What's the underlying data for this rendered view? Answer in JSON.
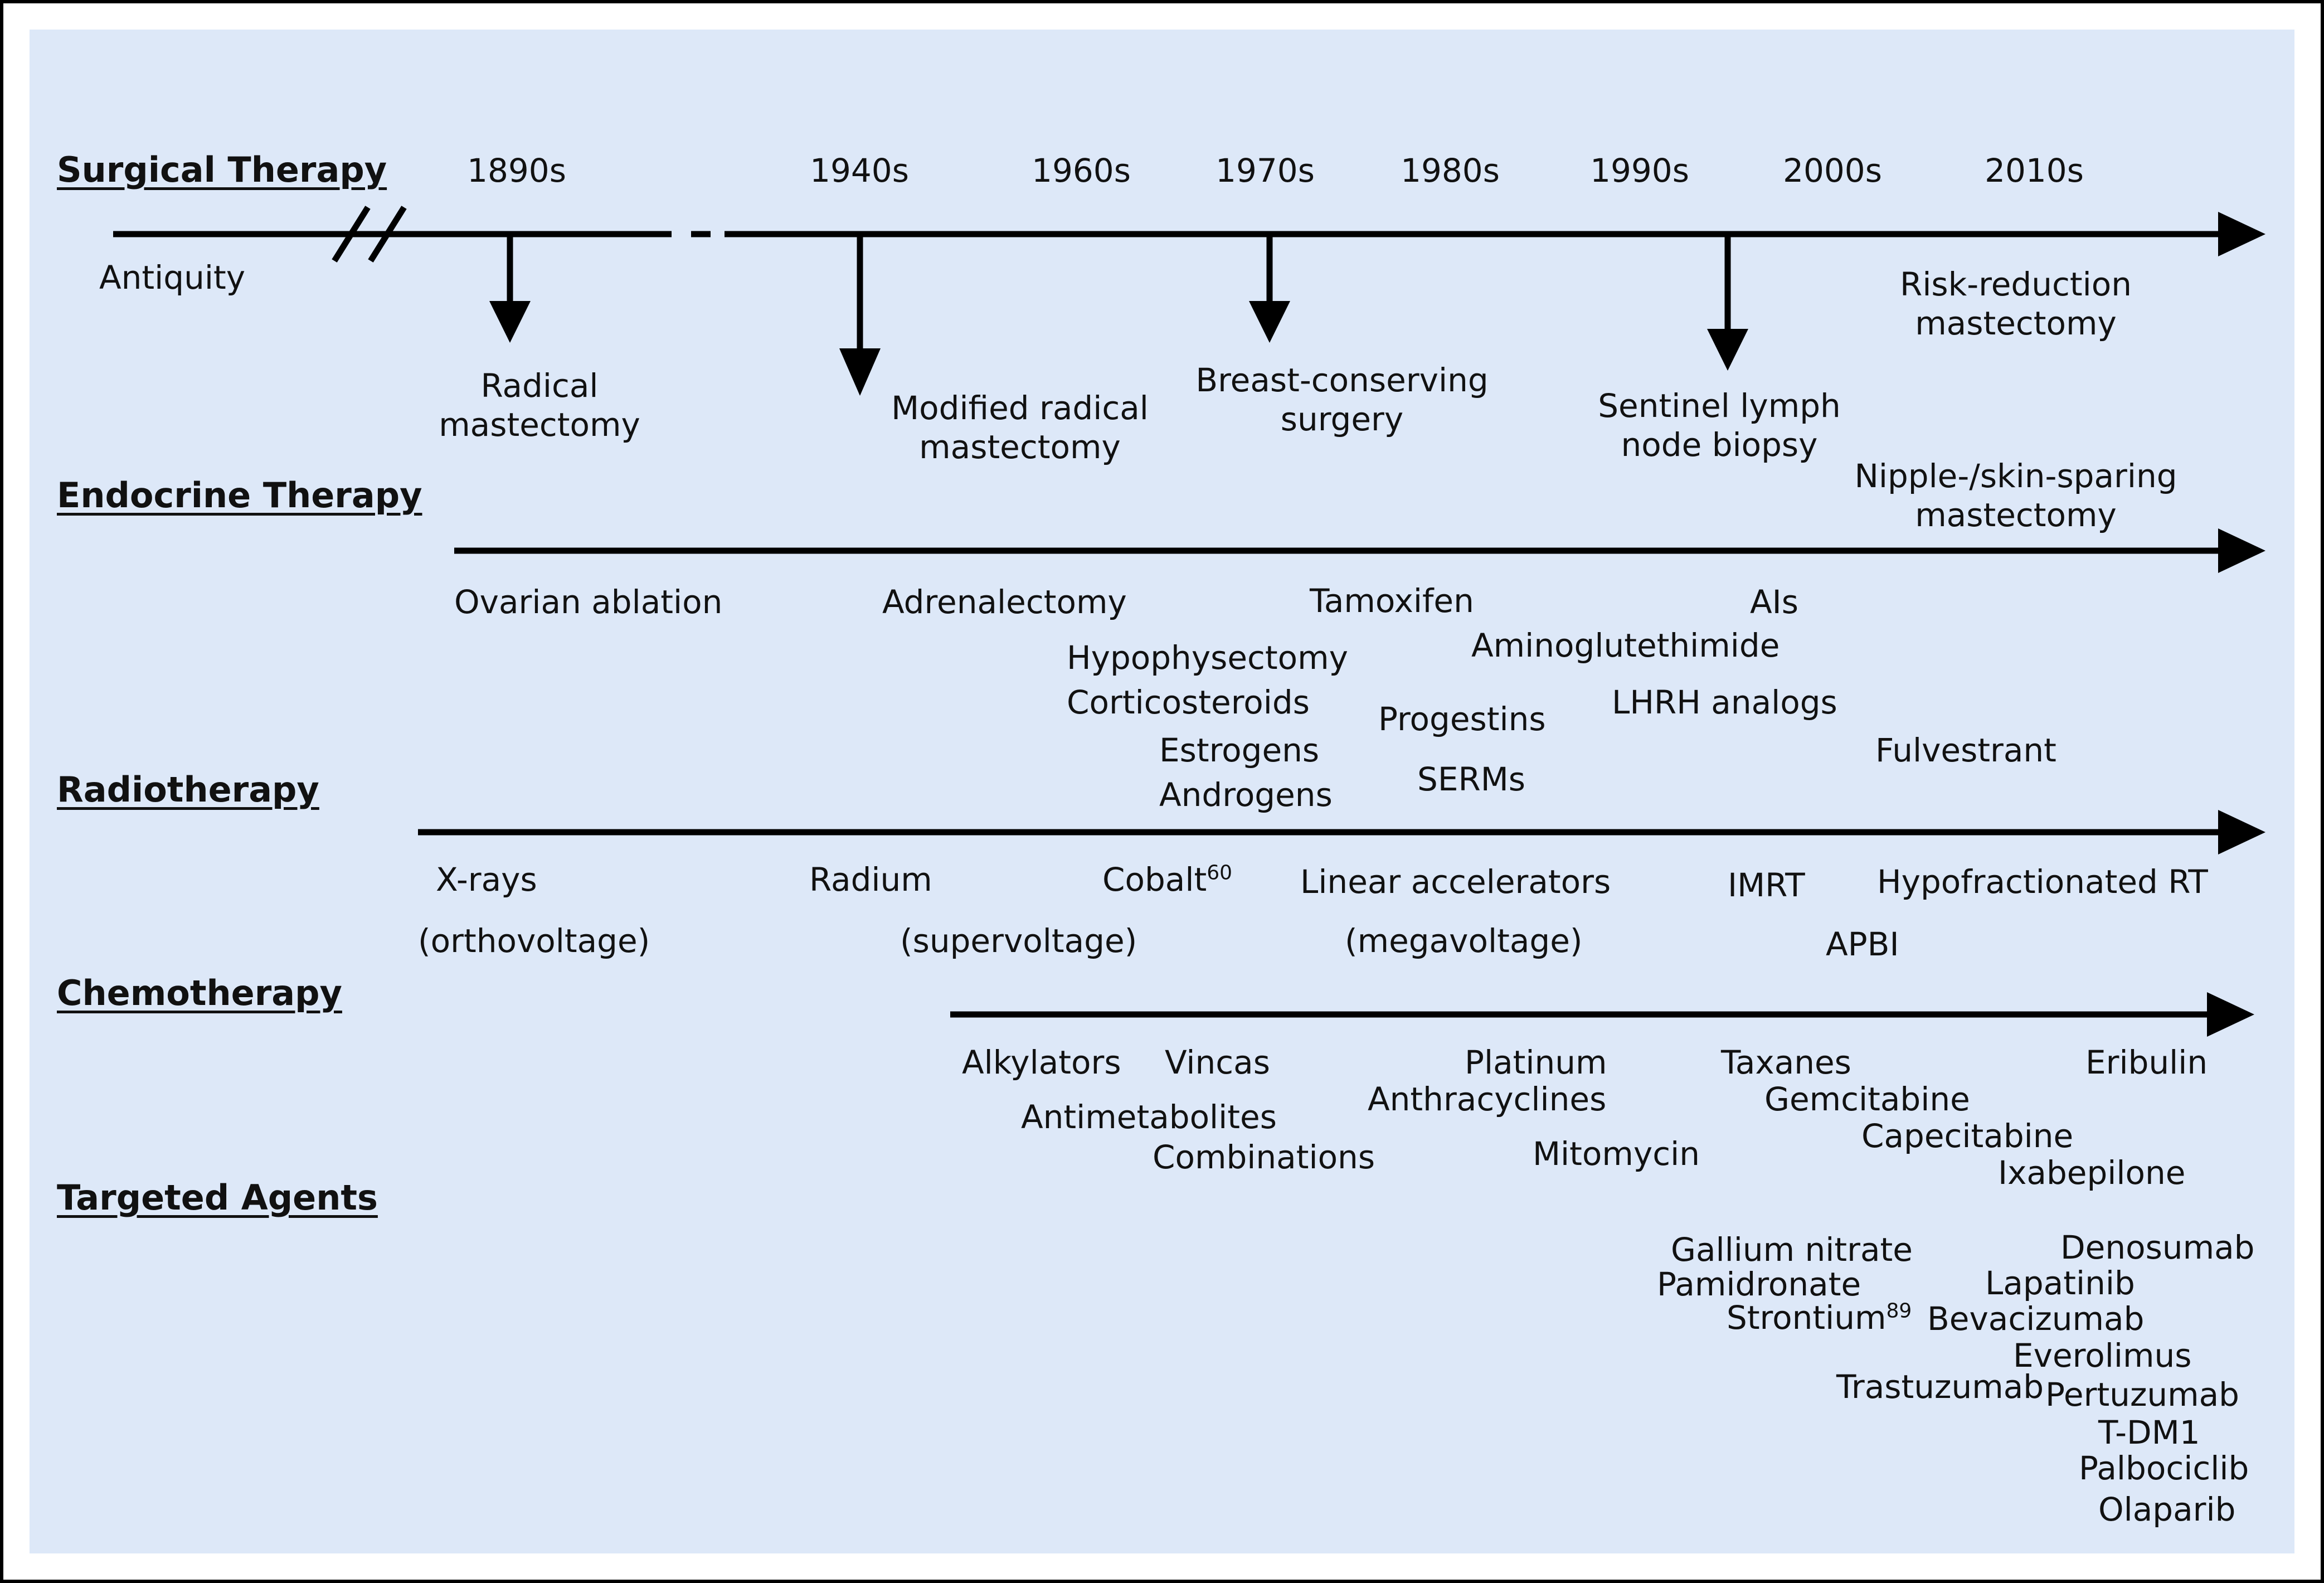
{
  "sections": {
    "surgical": "Surgical Therapy",
    "endocrine": "Endocrine Therapy",
    "radiotherapy": "Radiotherapy",
    "chemotherapy": "Chemotherapy",
    "targeted": "Targeted Agents"
  },
  "decades": [
    "1890s",
    "1940s",
    "1960s",
    "1970s",
    "1980s",
    "1990s",
    "2000s",
    "2010s"
  ],
  "surgical": {
    "antiquity": "Antiquity",
    "radical": [
      "Radical",
      "mastectomy"
    ],
    "modified": [
      "Modified radical",
      "mastectomy"
    ],
    "bcs": [
      "Breast-conserving",
      "surgery"
    ],
    "sentinel": [
      "Sentinel lymph",
      "node biopsy"
    ],
    "risk": [
      "Risk-reduction",
      "mastectomy"
    ],
    "nipple": [
      "Nipple-/skin-sparing",
      "mastectomy"
    ]
  },
  "endocrine": {
    "ovarian": "Ovarian ablation",
    "adrenalectomy": "Adrenalectomy",
    "tamoxifen": "Tamoxifen",
    "ais": "AIs",
    "hypophysectomy": "Hypophysectomy",
    "aminoglutethimide": "Aminoglutethimide",
    "corticosteroids": "Corticosteroids",
    "lhrh": "LHRH analogs",
    "progestins": "Progestins",
    "estrogens": "Estrogens",
    "fulvestrant": "Fulvestrant",
    "serms": "SERMs",
    "androgens": "Androgens"
  },
  "radiotherapy": {
    "xrays": "X-rays",
    "orthovoltage": "(orthovoltage)",
    "radium": "Radium",
    "supervoltage": "(supervoltage)",
    "cobalt": "Cobalt",
    "cobalt_sup": "60",
    "linear": "Linear accelerators",
    "megavoltage": "(megavoltage)",
    "imrt": "IMRT",
    "hypofractionated": "Hypofractionated RT",
    "apbi": "APBI"
  },
  "chemotherapy": {
    "alkylators": "Alkylators",
    "vincas": "Vincas",
    "platinum": "Platinum",
    "taxanes": "Taxanes",
    "eribulin": "Eribulin",
    "anthracyclines": "Anthracyclines",
    "gemcitabine": "Gemcitabine",
    "antimetabolites": "Antimetabolites",
    "capecitabine": "Capecitabine",
    "combinations": "Combinations",
    "mitomycin": "Mitomycin",
    "ixabepilone": "Ixabepilone"
  },
  "targeted": {
    "gallium": "Gallium nitrate",
    "pamidronate": "Pamidronate",
    "strontium": "Strontium",
    "strontium_sup": "89",
    "trastuzumab": "Trastuzumab",
    "denosumab": "Denosumab",
    "lapatinib": "Lapatinib",
    "bevacizumab": "Bevacizumab",
    "everolimus": "Everolimus",
    "pertuzumab": "Pertuzumab",
    "tdm1": "T-DM1",
    "palbociclib": "Palbociclib",
    "olaparib": "Olaparib"
  }
}
